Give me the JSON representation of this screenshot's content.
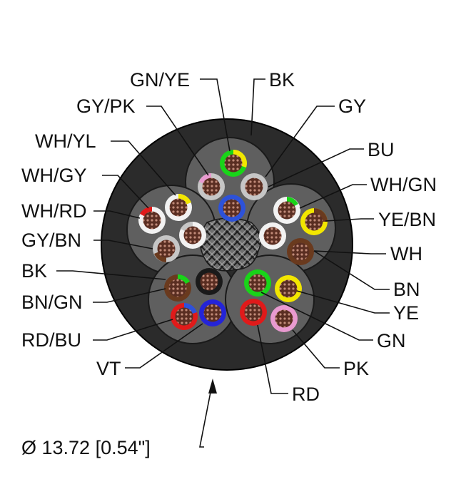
{
  "cable": {
    "jacket_color": "#2b2b2b",
    "filler_color": "#5f5f5f",
    "core_texture_color": "#8a8a8a",
    "wire_copper": "#6b3a2a",
    "diameter_label": "Ø 13.72 [0.54\"]"
  },
  "labels": {
    "GN_YE": "GN/YE",
    "BK_top": "BK",
    "GY_PK": "GY/PK",
    "GY": "GY",
    "WH_YL": "WH/YL",
    "BU": "BU",
    "WH_GY": "WH/GY",
    "WH_GN": "WH/GN",
    "WH_RD": "WH/RD",
    "YE_BN": "YE/BN",
    "GY_BN": "GY/BN",
    "WH": "WH",
    "BK_left": "BK",
    "BN": "BN",
    "BN_GN": "BN/GN",
    "YE": "YE",
    "RD_BU": "RD/BU",
    "GN": "GN",
    "VT": "VT",
    "PK": "PK",
    "RD": "RD"
  },
  "colors": {
    "GN": "#19d419",
    "YE": "#f2e600",
    "GY": "#c6c6c6",
    "PK": "#e99ad0",
    "BU": "#2d52d9",
    "WH": "#f2f2f2",
    "RD": "#e01a1a",
    "BN": "#6a3a1e",
    "BK": "#1a1a1a",
    "VT": "#2424d8"
  }
}
